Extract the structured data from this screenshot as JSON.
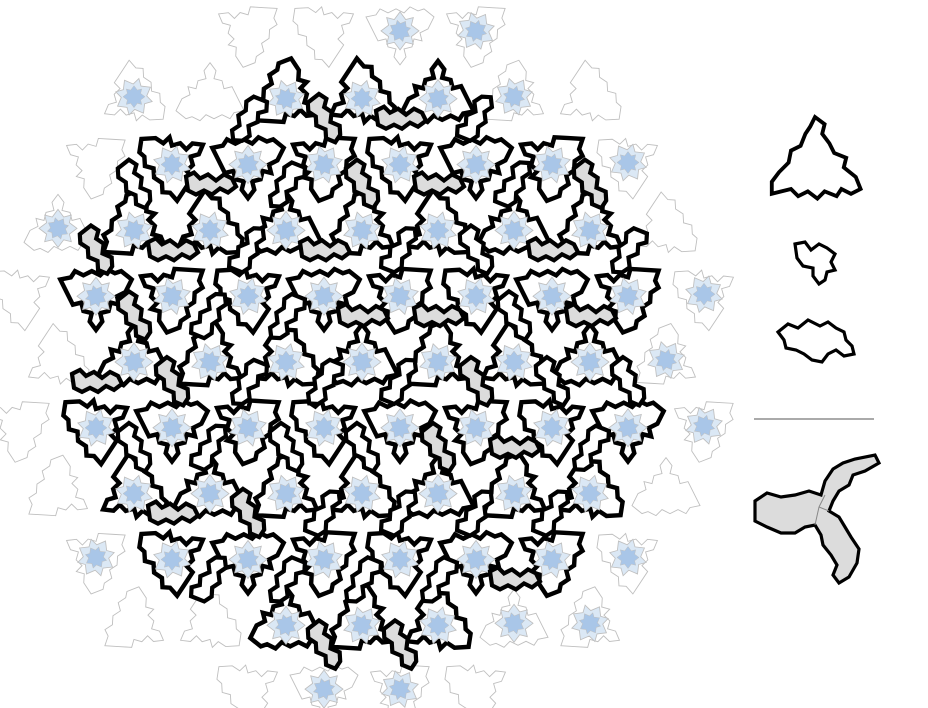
{
  "figure": {
    "description_text": "",
    "colors": {
      "background": "#ffffff",
      "outline": "#000000",
      "fill_white": "#ffffff",
      "fill_gray": "#dcdcdc",
      "fill_lightblue": "#dbe8f5",
      "fill_blue": "#a9c6e8",
      "fringe_stroke": "#bfbfbf",
      "divider": "#555555"
    },
    "tiling": {
      "region_shape": "roughly circular patch",
      "core_style": "bold black outlines",
      "fringe_style": "faint gray outlines, partially tinted light blue",
      "tile_fill_kinds": [
        "white",
        "gray",
        "light-blue",
        "blue"
      ]
    },
    "legend": {
      "items": [
        {
          "name": "large-triangle-tile",
          "fill": "white"
        },
        {
          "name": "small-tile",
          "fill": "white"
        },
        {
          "name": "wide-tile",
          "fill": "white"
        }
      ],
      "separator": true,
      "bottom_item": {
        "name": "three-arm-tile",
        "fill": "gray"
      }
    }
  }
}
